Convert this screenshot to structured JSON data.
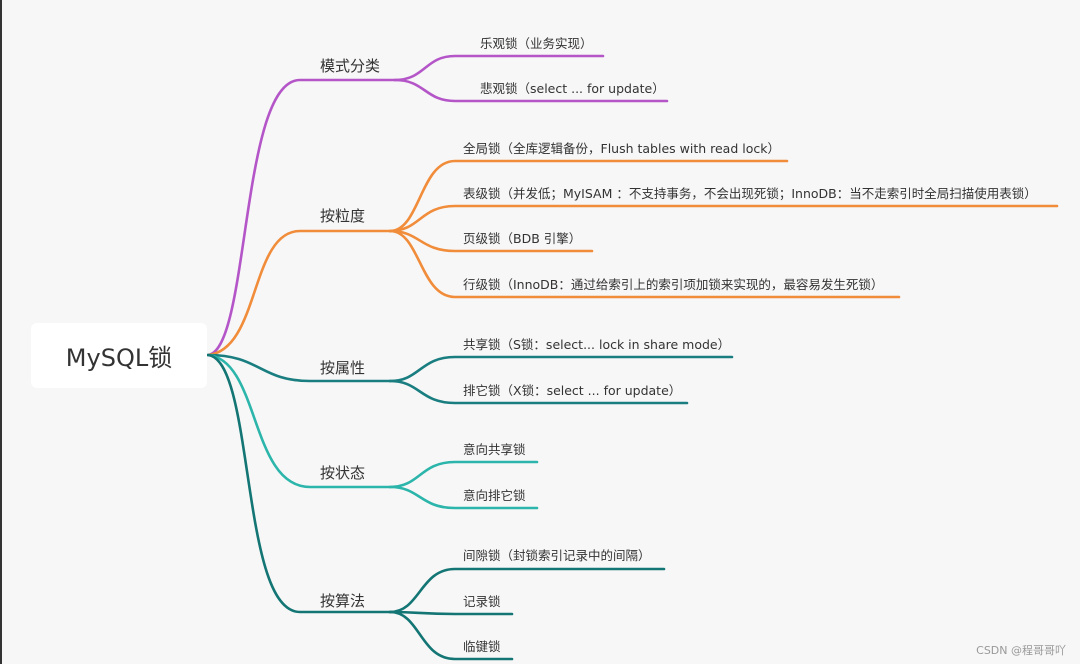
{
  "root": "MySQL锁",
  "colors": {
    "mode": "#b455c8",
    "granularity": "#f08c3a",
    "attribute": "#1a7e80",
    "state": "#2cb5aa",
    "algorithm": "#137574"
  },
  "branches": [
    {
      "label": "模式分类",
      "children": [
        "乐观锁（业务实现）",
        "悲观锁（select ... for update）"
      ]
    },
    {
      "label": "按粒度",
      "children": [
        "全局锁（全库逻辑备份，Flush tables with read lock）",
        "表级锁（并发低；MyISAM ：不支持事务，不会出现死锁；InnoDB：当不走索引时全局扫描使用表锁）",
        "页级锁（BDB 引擎）",
        "行级锁（InnoDB：通过给索引上的索引项加锁来实现的，最容易发生死锁）"
      ]
    },
    {
      "label": "按属性",
      "children": [
        "共享锁（S锁：select... lock in share mode）",
        "排它锁（X锁：select ... for update）"
      ]
    },
    {
      "label": "按状态",
      "children": [
        "意向共享锁",
        "意向排它锁"
      ]
    },
    {
      "label": "按算法",
      "children": [
        "间隙锁（封锁索引记录中的间隔）",
        "记录锁",
        "临键锁"
      ]
    }
  ],
  "watermark": "CSDN @程哥哥吖"
}
